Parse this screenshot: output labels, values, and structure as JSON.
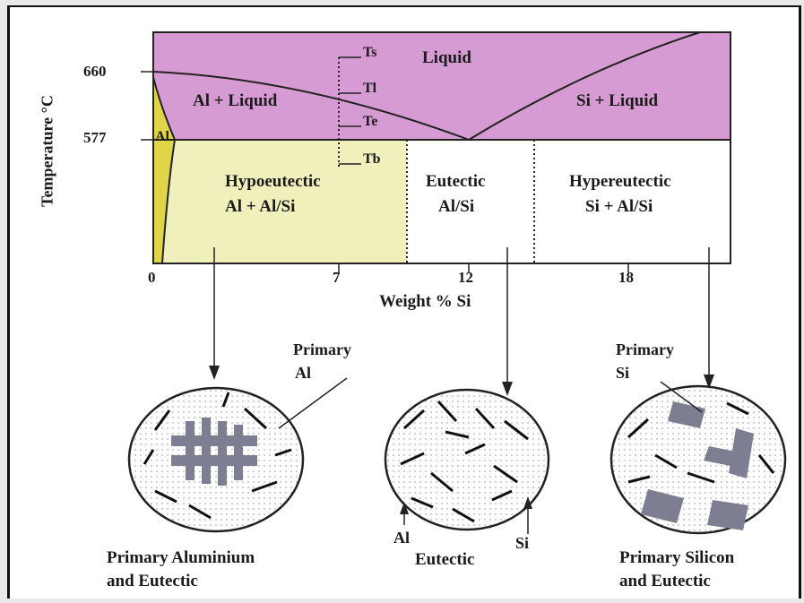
{
  "diagram": {
    "axis": {
      "y_label": "Temperature °C",
      "x_label": "Weight % Si",
      "y_ticks": [
        "660",
        "577"
      ],
      "x_ticks": [
        "0",
        "7",
        "12",
        "18"
      ]
    },
    "phase_labels": {
      "liquid": "Liquid",
      "al_liquid": "Al + Liquid",
      "si_liquid": "Si + Liquid",
      "al": "Al",
      "ts": "Ts",
      "tl": "Tl",
      "te": "Te",
      "tb": "Tb"
    },
    "regions": {
      "hypoeutectic_title": "Hypoeutectic",
      "hypoeutectic_sub": "Al + Al/Si",
      "eutectic_title": "Eutectic",
      "eutectic_sub": "Al/Si",
      "hypereutectic_title": "Hypereutectic",
      "hypereutectic_sub": "Si + Al/Si"
    },
    "microstructures": {
      "primary_al_title": "Primary",
      "primary_al_sub": "Al",
      "primary_si_title": "Primary",
      "primary_si_sub": "Si",
      "al_arrow": "Al",
      "si_arrow": "Si",
      "caption_left_1": "Primary Aluminium",
      "caption_left_2": "and Eutectic",
      "caption_mid": "Eutectic",
      "caption_right_1": "Primary Silicon",
      "caption_right_2": "and Eutectic"
    },
    "colors": {
      "liquid_region": "#cf8fcb",
      "liquid_light": "#e2b6df",
      "solid_al": "#efefb4",
      "alpha_al": "#e3d94a",
      "primary_phase": "#7e7e92",
      "outline": "#222222"
    }
  }
}
